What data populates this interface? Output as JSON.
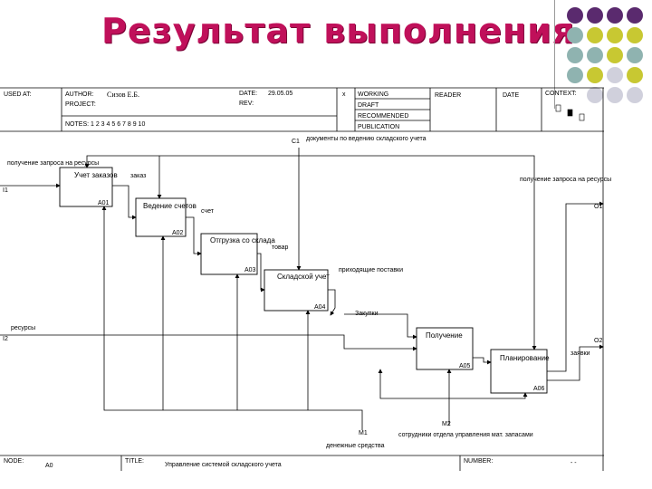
{
  "slide_title": "Результат выполнения",
  "colors": {
    "title": "#c0105a",
    "dot_purple": "#5a2a6e",
    "dot_teal": "#8fb3b0",
    "dot_yellow": "#c8c832",
    "dot_gray": "#d0d0dc"
  },
  "header": {
    "used_at": "USED AT:",
    "author_label": "AUTHOR:",
    "author_value": "Сизов Е.Б.",
    "project_label": "PROJECT:",
    "date_label": "DATE:",
    "date_value": "29.05.05",
    "rev_label": "REV:",
    "notes": "NOTES: 1 2 3 4 5 6 7 8 9 10",
    "check_x": "x",
    "working": "WORKING",
    "draft": "DRAFT",
    "recommended": "RECOMMENDED",
    "publication": "PUBLICATION",
    "reader": "READER",
    "date_col": "DATE",
    "context": "CONTEXT:"
  },
  "footer": {
    "node_label": "NODE:",
    "node_value": "A0",
    "title_label": "TITLE:",
    "title_value": "Управление системой складского учета",
    "number_label": "NUMBER:",
    "number_value": "- -"
  },
  "diagram": {
    "boxes": [
      {
        "label": "Учет заказов",
        "num": "A01"
      },
      {
        "label": "Ведение счетов",
        "num": "A02"
      },
      {
        "label": "Отгрузка со склада",
        "num": "A03"
      },
      {
        "label": "Складской учет",
        "num": "A04"
      },
      {
        "label": "Получение",
        "num": "A05"
      },
      {
        "label": "Планирование",
        "num": "A06"
      }
    ],
    "arrows": {
      "c1_code": "C1",
      "c1_label": "документы по ведению складского учета",
      "i1_label": "получение запроса на ресурсы",
      "i1_code": "I1",
      "i2_label": "ресурсы",
      "i2_code": "I2",
      "order": "заказ",
      "invoice": "счет",
      "goods": "товар",
      "incoming": "приходящие поставки",
      "purchases": "Закупки",
      "o1_label": "получение запроса на ресурсы",
      "o1_code": "O1",
      "o2_code": "O2",
      "o2_label": "заявки",
      "m1_code": "M1",
      "m1_label": "денежные средства",
      "m2_code": "M2",
      "m2_label": "сотрудники отдела управления мат. запасами"
    }
  }
}
